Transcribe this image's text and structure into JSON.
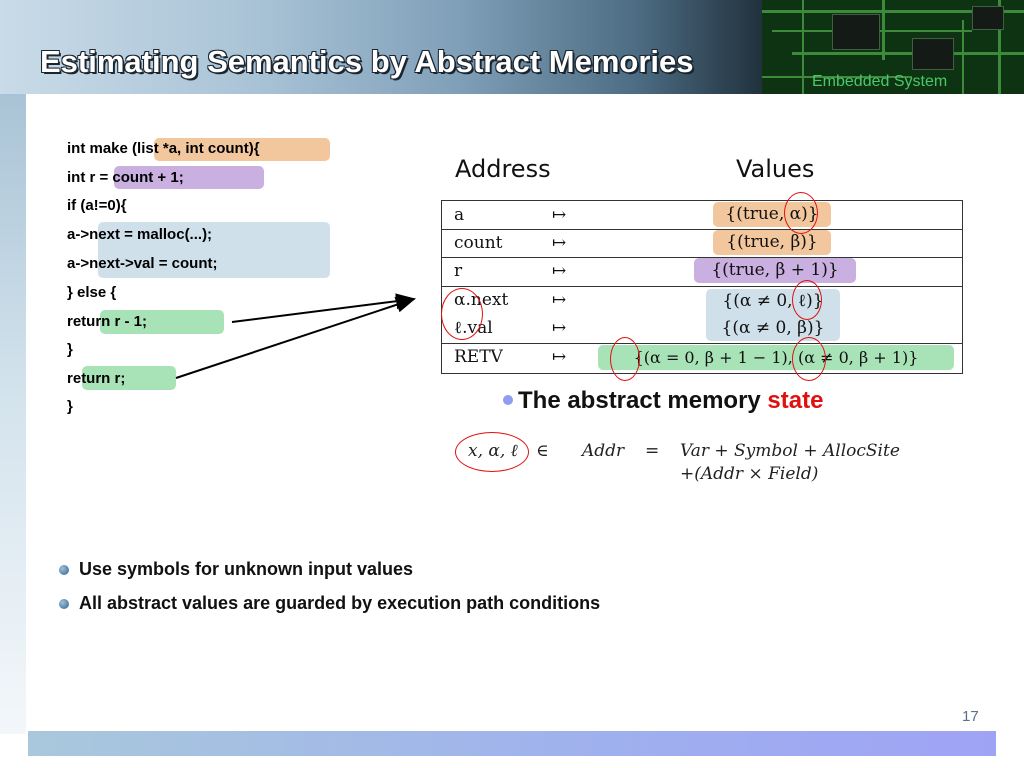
{
  "slide": {
    "title": "Estimating Semantics by Abstract Memories",
    "subtitle": "Embedded System",
    "page_number": "17"
  },
  "code": {
    "lines": [
      {
        "prefix": "int make ",
        "highlight": "(list *a, int count)",
        "suffix": "{",
        "hl_color": "orange"
      },
      {
        "prefix": "int r ",
        "highlight": "= count + 1;",
        "suffix": "",
        "hl_color": "purple"
      },
      {
        "prefix": "if (a!=0){",
        "highlight": "",
        "suffix": "",
        "hl_color": ""
      },
      {
        "prefix": "a->",
        "highlight": "next = malloc(...);",
        "suffix": "",
        "hl_color": "blue"
      },
      {
        "prefix": "a->",
        "highlight": "next->val = count;",
        "suffix": "",
        "hl_color": "blue"
      },
      {
        "prefix": "} else {",
        "highlight": "",
        "suffix": "",
        "hl_color": ""
      },
      {
        "prefix": "retu",
        "highlight": "rn r - 1;",
        "suffix": "",
        "hl_color": "green"
      },
      {
        "prefix": "}",
        "highlight": "",
        "suffix": "",
        "hl_color": ""
      },
      {
        "prefix": "re",
        "highlight": "turn r;",
        "suffix": "",
        "hl_color": "green"
      },
      {
        "prefix": "}",
        "highlight": "",
        "suffix": "",
        "hl_color": ""
      }
    ]
  },
  "table": {
    "header_address": "Address",
    "header_values": "Values",
    "maps_symbol": "↦",
    "rows": [
      {
        "address": "a",
        "value": "{(true, α)}",
        "color": "orange"
      },
      {
        "address": "count",
        "value": "{(true, β)}",
        "color": "orange"
      },
      {
        "address": "r",
        "value": "{(true, β + 1)}",
        "color": "purple"
      },
      {
        "address": "α.next",
        "value": "{(α ≠ 0, ℓ)}",
        "color": "blue"
      },
      {
        "address": "ℓ.val",
        "value": "{(α ≠ 0, β)}",
        "color": "blue"
      },
      {
        "address": "RETV",
        "value": "{(α = 0, β + 1 − 1), (α ≠ 0, β + 1)}",
        "color": "green"
      }
    ]
  },
  "memory_state": {
    "label": "The abstract memory ",
    "label_highlight": "state"
  },
  "formula": {
    "vars": "x, α, ℓ",
    "in": "∈",
    "lhs": "Addr",
    "eq": "=",
    "rhs1": "Var + Symbol + AllocSite",
    "rhs2": "+(Addr × Field)"
  },
  "bullets": [
    "Use symbols for unknown input values",
    "All abstract values are guarded by execution path conditions"
  ],
  "colors": {
    "orange": "#f2c79e",
    "purple": "#c9b0e0",
    "blue": "#cfe0ea",
    "green": "#a8e3b8",
    "accent_red": "#e01010"
  }
}
